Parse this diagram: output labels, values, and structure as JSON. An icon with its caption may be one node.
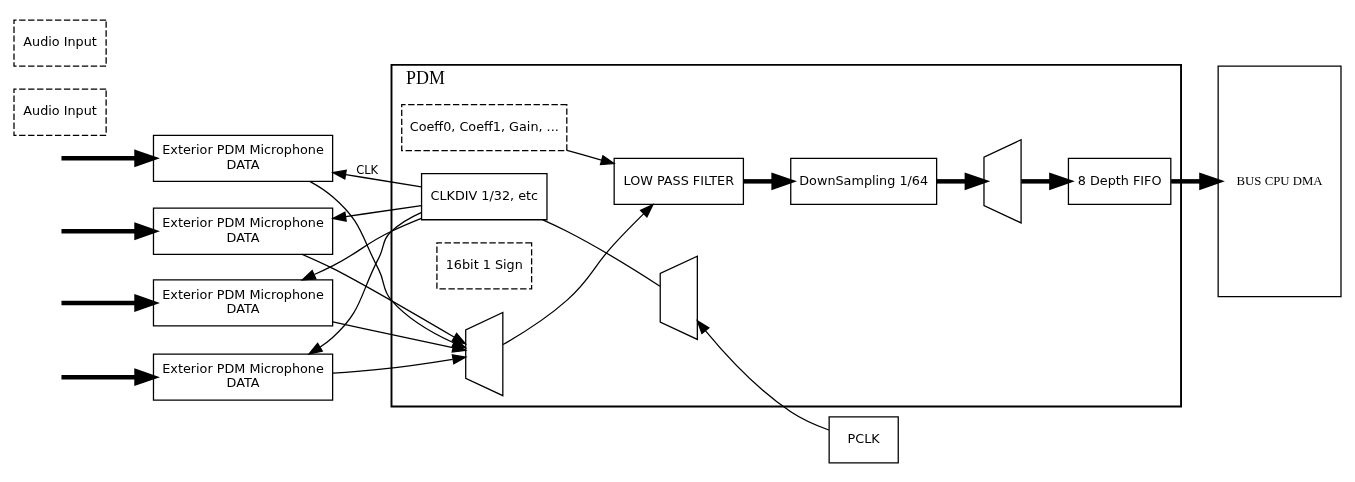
{
  "diagram": {
    "nodes": [
      {
        "text": [
          "PCLK"
        ]
      },
      {
        "text": [
          "PDM"
        ]
      },
      {
        "text": [
          "Exterior PDM Microphone",
          "DATA"
        ]
      },
      {
        "text": [
          "Audio Input"
        ]
      },
      {
        "text": [
          "Exterior PDM Microphone",
          "DATA"
        ]
      },
      {
        "text": [
          "Exterior PDM Microphone",
          "DATA"
        ]
      },
      {
        "text": [
          "Audio Input"
        ]
      },
      {
        "text": [
          "Exterior PDM Microphone",
          "DATA"
        ]
      },
      {
        "text": [
          "CLKDIV 1/32, etc"
        ],
        "in": 1
      },
      {
        "text": [],
        "shape": "trapezium",
        "in": 1
      },
      {
        "text": [],
        "shape": "trapezium",
        "in": 1
      },
      {
        "text": [
          "LOW PASS FILTER"
        ],
        "in": 1
      },
      {
        "text": [
          "16bit 1 Sign"
        ],
        "in": 1
      },
      {
        "text": [
          "Coeff0, Coeff1, Gain, ..."
        ],
        "in": 1
      },
      {
        "text": [
          "DownSampling 1/64"
        ],
        "in": 1
      },
      {
        "text": [],
        "shape": "trapezium",
        "in": 1
      },
      {
        "text": [
          "8 Depth FIFO"
        ],
        "in": 1
      },
      {
        "text": [
          "BUS CPU DMA"
        ]
      }
    ],
    "edges": [
      {
        "from": 0,
        "to": 9,
        "arrow": "to"
      },
      {
        "from": 9,
        "to": 8,
        "arrow": "none"
      },
      {
        "from": 8,
        "to": 2,
        "arrow": "to",
        "label": "CLK"
      },
      {
        "from": 8,
        "to": 4,
        "arrow": "to"
      },
      {
        "from": 8,
        "to": 5,
        "arrow": "to"
      },
      {
        "from": 8,
        "to": 7,
        "arrow": "to"
      },
      {
        "from": 2,
        "to": 10,
        "arrow": "to"
      },
      {
        "from": 4,
        "to": 10,
        "arrow": "to"
      },
      {
        "from": 5,
        "to": 10,
        "arrow": "to"
      },
      {
        "from": 7,
        "to": 10,
        "arrow": "to"
      },
      {
        "from": 10,
        "to": 11,
        "arrow": "to"
      },
      {
        "from": 13,
        "to": 11,
        "arrow": "to"
      },
      {
        "from": 11,
        "to": 14,
        "arrow": "to",
        "style": "thick"
      },
      {
        "from": 14,
        "to": 15,
        "arrow": "to",
        "style": "thick"
      },
      {
        "from": 15,
        "to": 16,
        "arrow": "to",
        "style": "thick"
      },
      {
        "from": 16,
        "to": 17,
        "arrow": "to",
        "style": "thick"
      },
      {
        "from": null,
        "to": 2,
        "arrow": "to",
        "style": "thick"
      },
      {
        "from": null,
        "to": 4,
        "arrow": "to",
        "style": "thick"
      },
      {
        "from": null,
        "to": 5,
        "arrow": "to",
        "style": "thick"
      },
      {
        "from": null,
        "to": 7,
        "arrow": "to",
        "style": "thick"
      }
    ]
  }
}
